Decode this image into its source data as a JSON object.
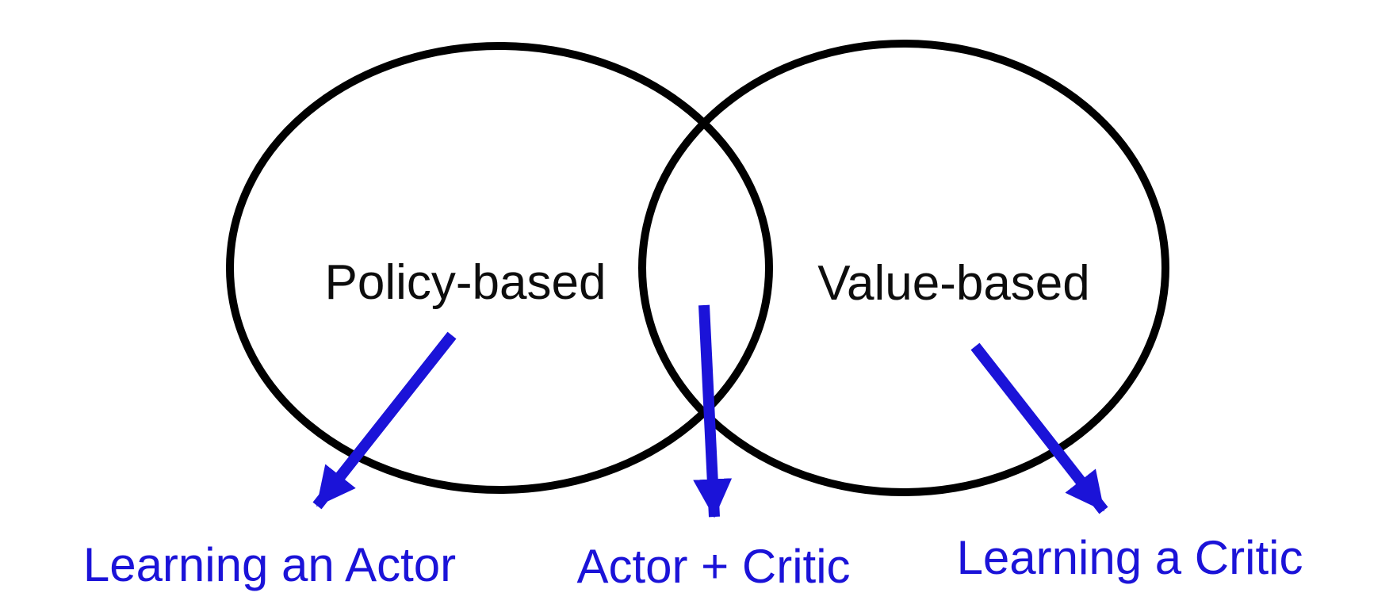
{
  "diagram": {
    "type": "venn",
    "sets": [
      {
        "id": "left",
        "label": "Policy-based"
      },
      {
        "id": "right",
        "label": "Value-based"
      }
    ],
    "mappings": [
      {
        "region": "left-only",
        "caption": "Learning an Actor"
      },
      {
        "region": "intersection",
        "caption": "Actor + Critic"
      },
      {
        "region": "right-only",
        "caption": "Learning a Critic"
      }
    ],
    "labels": {
      "left_set": "Policy-based",
      "right_set": "Value-based",
      "left_caption": "Learning an Actor",
      "middle_caption": "Actor + Critic",
      "right_caption": "Learning a Critic"
    },
    "colors": {
      "background": "#ffffff",
      "circle_outline": "#000000",
      "arrow_and_caption_blue": "#1b13d8",
      "set_label_text": "#0d0d0d"
    }
  }
}
